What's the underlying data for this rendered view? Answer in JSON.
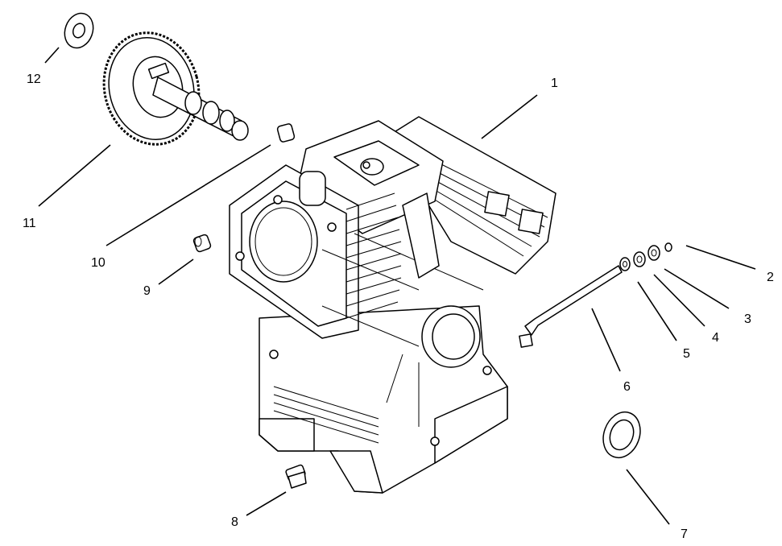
{
  "callouts": [
    {
      "num": "1"
    },
    {
      "num": "2"
    },
    {
      "num": "3"
    },
    {
      "num": "4"
    },
    {
      "num": "5"
    },
    {
      "num": "6"
    },
    {
      "num": "7"
    },
    {
      "num": "8"
    },
    {
      "num": "9"
    },
    {
      "num": "10"
    },
    {
      "num": "11"
    },
    {
      "num": "12"
    }
  ]
}
